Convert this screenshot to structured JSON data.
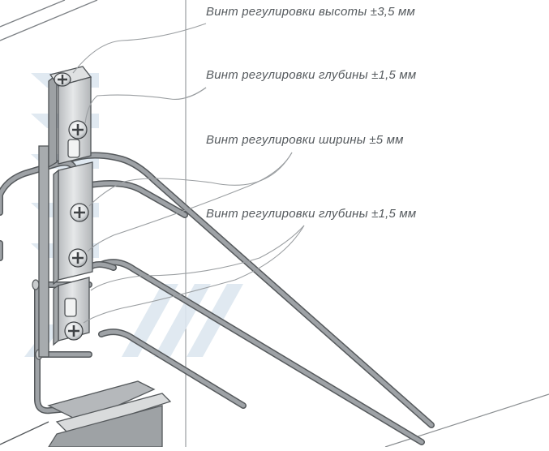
{
  "callouts": [
    {
      "label": "Винт регулировки высоты ±3,5 мм"
    },
    {
      "label": "Винт регулировки глубины ±1,5 мм"
    },
    {
      "label": "Винт регулировки ширины ±5 мм"
    },
    {
      "label": "Винт регулировки глубины ±1,5 мм"
    }
  ],
  "colors": {
    "wire": "#8a8f93",
    "wire_outline": "#55595c",
    "bracket": "#c9ccce",
    "leader": "#9a9ea1",
    "text": "#555a5e",
    "watermark": "#dde7f0"
  }
}
